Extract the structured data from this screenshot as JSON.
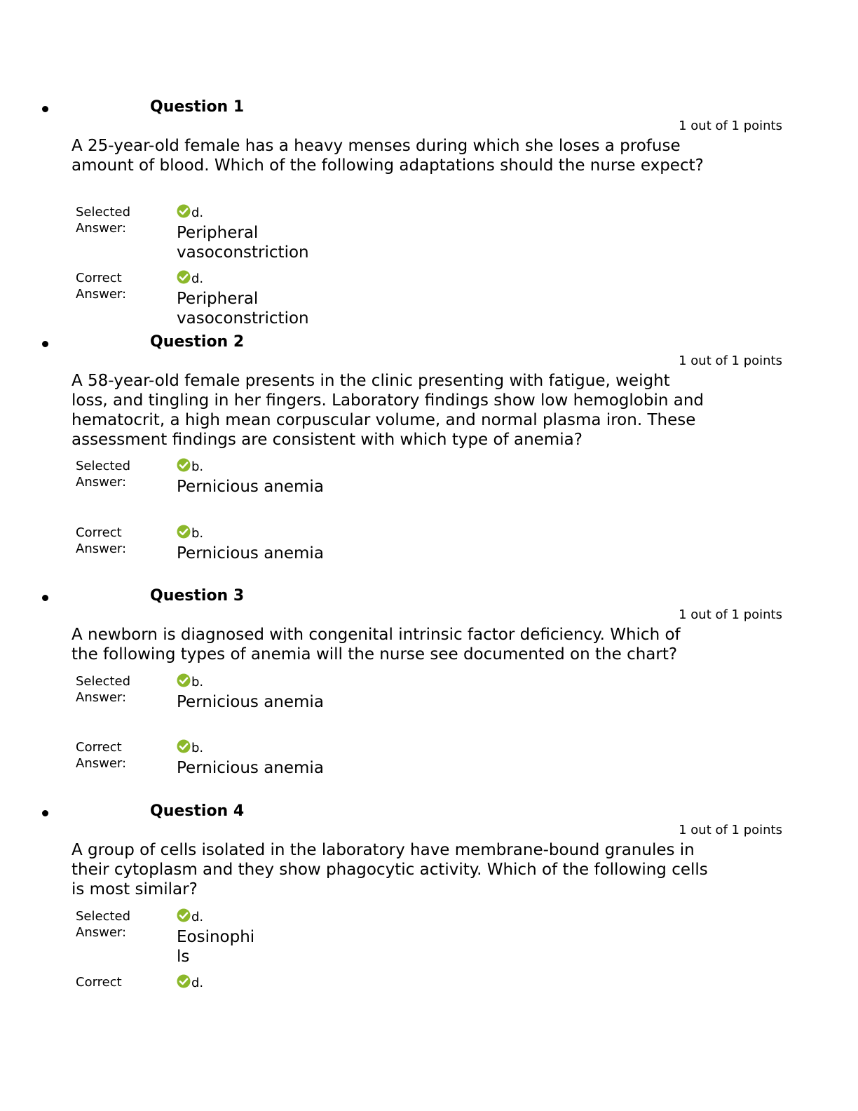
{
  "labels": {
    "selected_answer": "Selected Answer:",
    "correct_answer": "Correct Answer:",
    "correct_only": "Correct"
  },
  "icon": "green-check-circle-icon",
  "icon_color": "#8cb82b",
  "questions": [
    {
      "title": "Question 1",
      "points": "1 out of 1 points",
      "text": "A 25-year-old female has a heavy menses during which she loses a profuse amount of blood. Which of the following adaptations should the nurse expect?",
      "selected_letter": "d.",
      "selected_text": "Peripheral vasoconstriction",
      "correct_letter": "d.",
      "correct_text": "Peripheral vasoconstriction"
    },
    {
      "title": "Question 2",
      "points": "1 out of 1 points",
      "text": "A 58-year-old female presents in the clinic presenting with fatigue, weight loss, and tingling in her fingers. Laboratory findings show low hemoglobin and hematocrit, a high mean corpuscular volume, and normal plasma iron. These assessment findings are consistent with which type of anemia?",
      "selected_letter": "b.",
      "selected_text": "Pernicious anemia",
      "correct_letter": "b.",
      "correct_text": "Pernicious anemia"
    },
    {
      "title": "Question 3",
      "points": "1 out of 1 points",
      "text": "A newborn is diagnosed with congenital intrinsic factor deficiency. Which of the following types of anemia will the nurse see documented on the chart?",
      "selected_letter": "b.",
      "selected_text": "Pernicious anemia",
      "correct_letter": "b.",
      "correct_text": "Pernicious anemia"
    },
    {
      "title": "Question 4",
      "points": "1 out of 1 points",
      "text": "A group of cells isolated in the laboratory have membrane-bound granules in their cytoplasm and they show phagocytic activity. Which of the following cells is most similar?",
      "selected_letter": "d.",
      "selected_text": "Eosinophils",
      "correct_letter": "d."
    }
  ]
}
